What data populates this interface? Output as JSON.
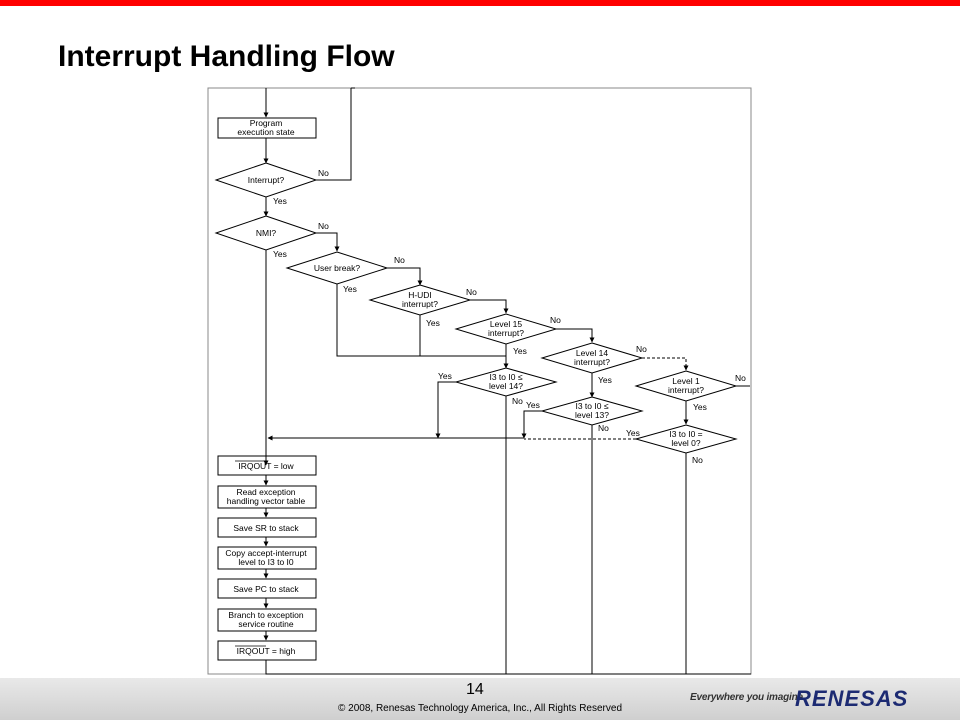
{
  "slide": {
    "title": "Interrupt Handling Flow",
    "page_number": "14",
    "copyright": "© 2008, Renesas Technology America, Inc., All Rights Reserved",
    "tagline": "Everywhere you imagine.",
    "logo": "RENESAS",
    "accent_color": "#ff0000",
    "logo_color": "#1c2a72"
  },
  "flow": {
    "start": [
      "Program",
      "execution state"
    ],
    "interrupt_q": "Interrupt?",
    "nmi_q": "NMI?",
    "user_break_q": "User break?",
    "hudi_q": [
      "H-UDI",
      "interrupt?"
    ],
    "level15_q": [
      "Level 15",
      "interrupt?"
    ],
    "level14_q": [
      "Level 14",
      "interrupt?"
    ],
    "level1_q": [
      "Level 1",
      "interrupt?"
    ],
    "mask14_q": [
      "I3 to I0 ≤",
      "level 14?"
    ],
    "mask13_q": [
      "I3 to I0 ≤",
      "level 13?"
    ],
    "mask0_q": [
      "I3 to I0 =",
      "level 0?"
    ],
    "steps": [
      [
        "IRQOUT = low"
      ],
      [
        "Read exception",
        "handling vector table"
      ],
      [
        "Save SR to stack"
      ],
      [
        "Copy accept-interrupt",
        "level to I3 to I0"
      ],
      [
        "Save PC to stack"
      ],
      [
        "Branch to exception",
        "service routine"
      ],
      [
        "IRQOUT = high"
      ]
    ],
    "yes": "Yes",
    "no": "No"
  }
}
